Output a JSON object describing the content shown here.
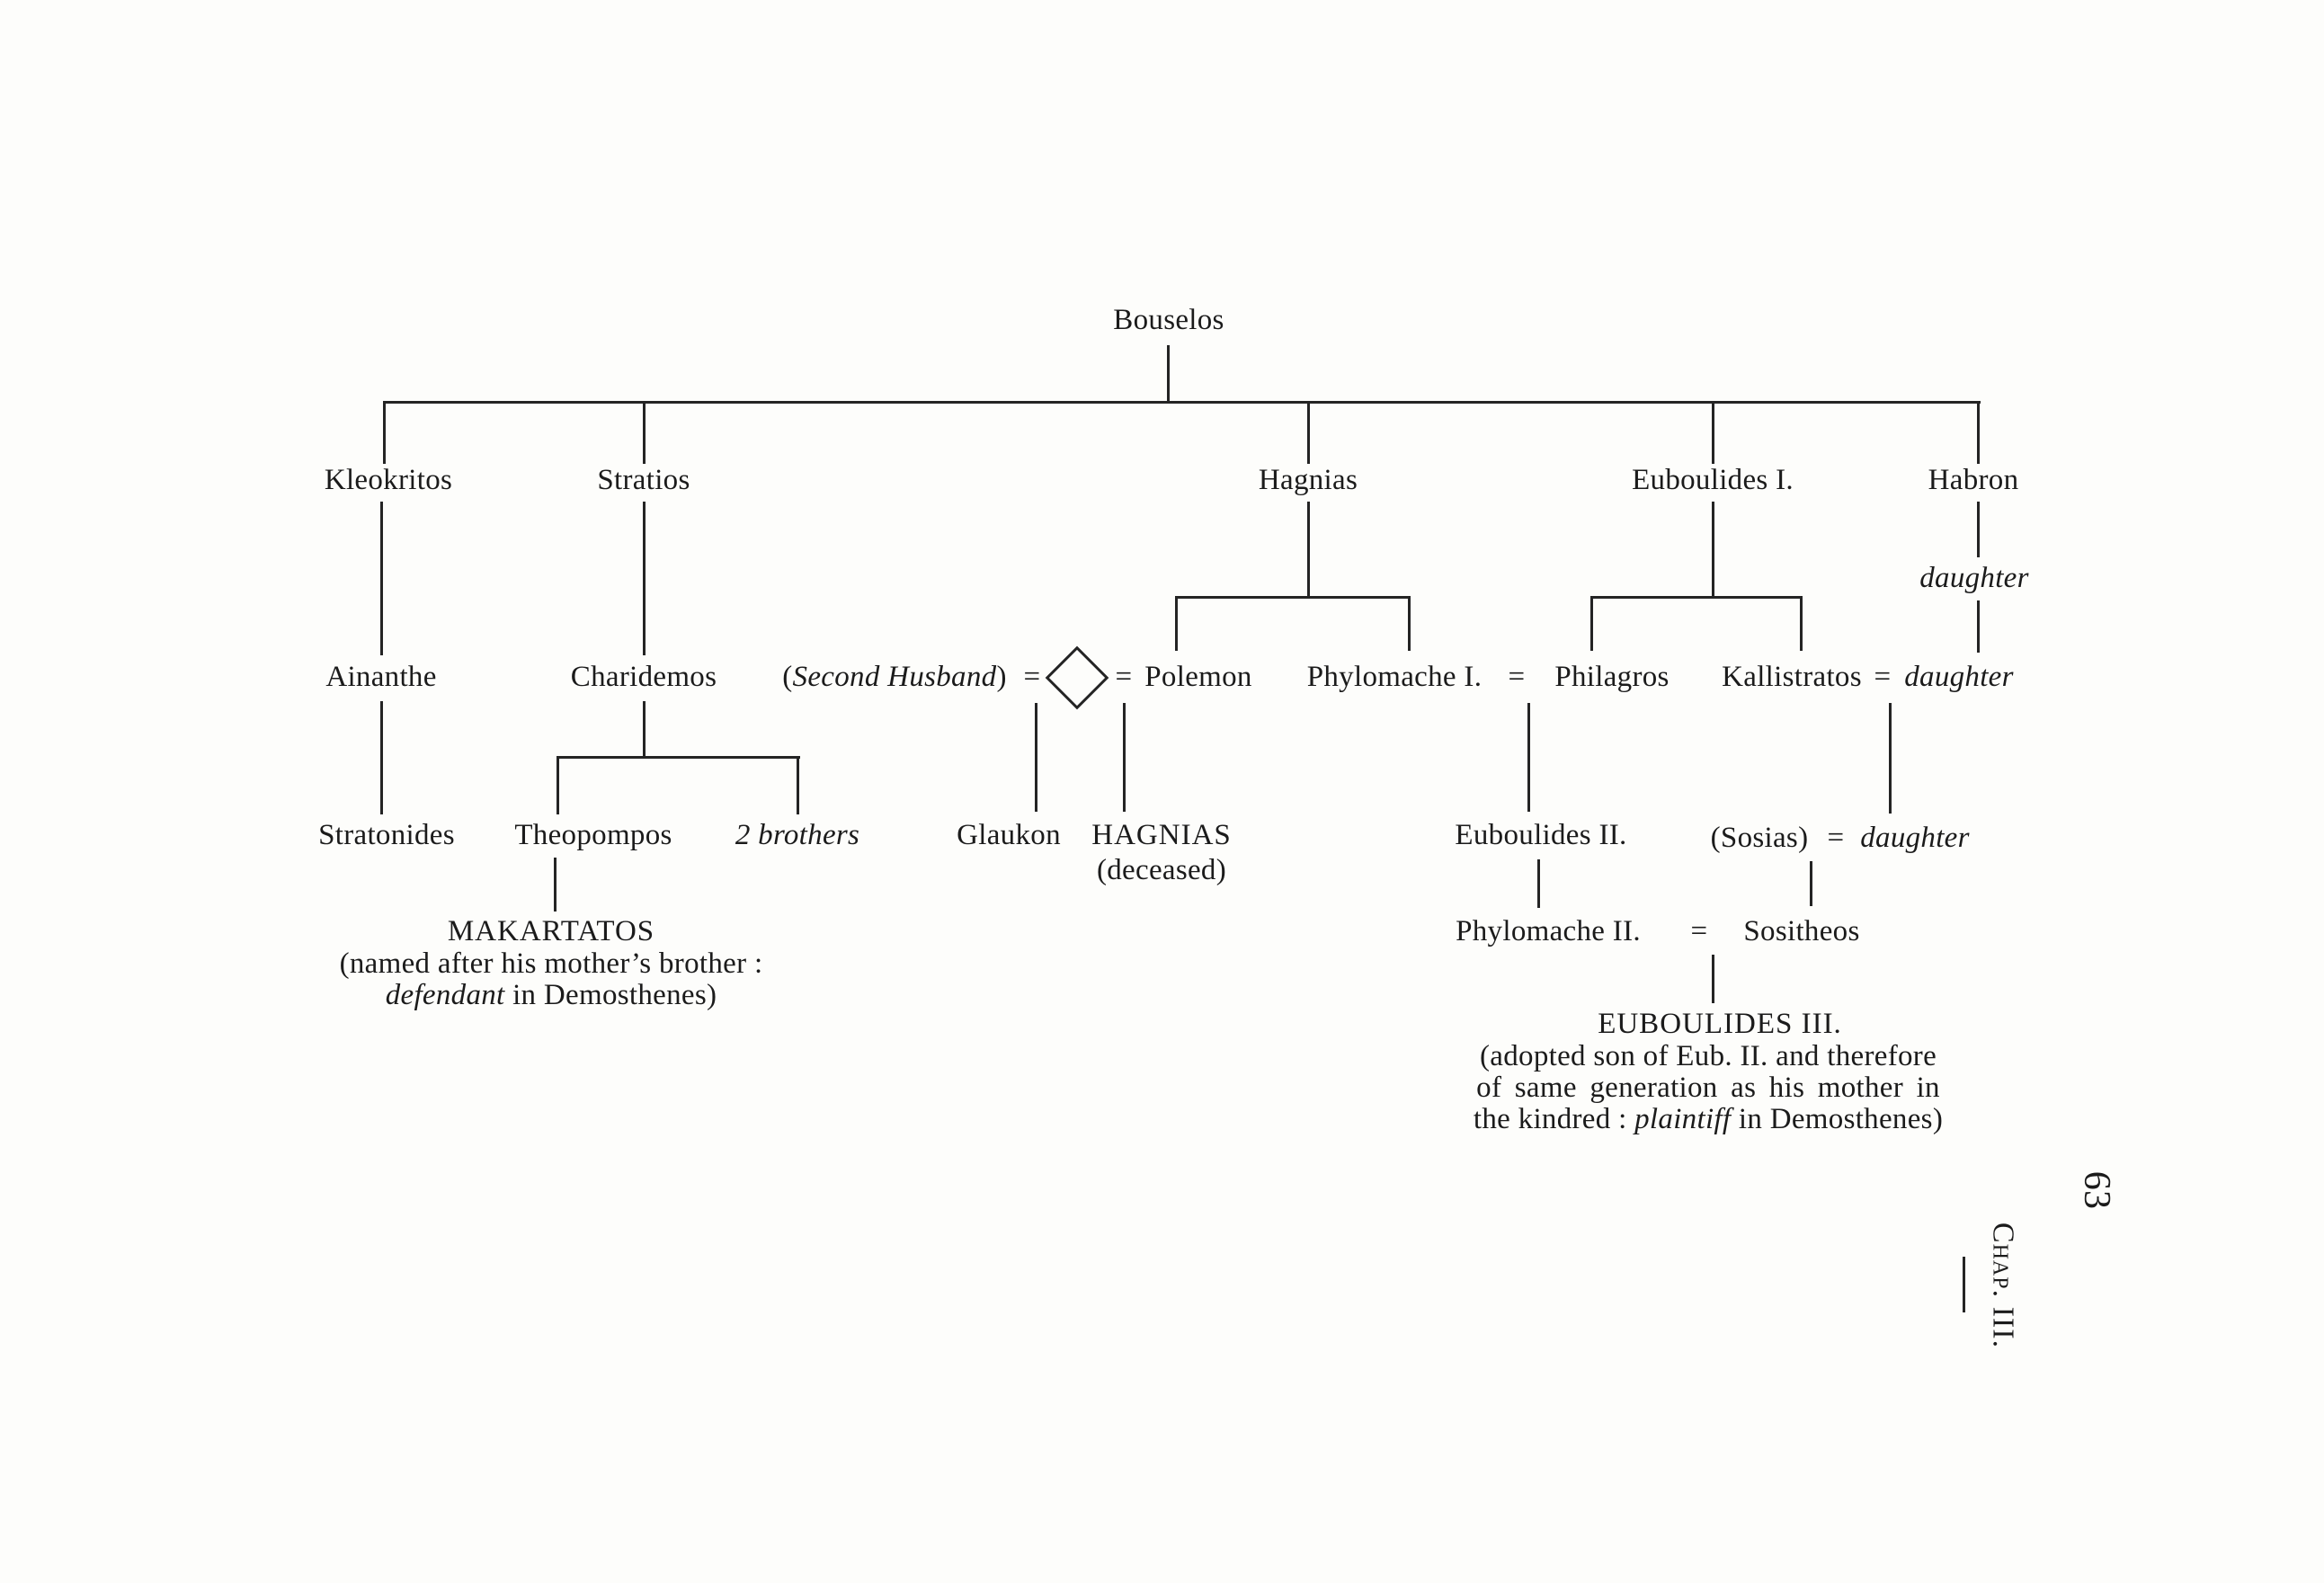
{
  "page": {
    "number": "63",
    "chapter": "Chap. III."
  },
  "symbols": {
    "eq": "="
  },
  "people": {
    "bouselos": "Bouselos",
    "kleokritos": "Kleokritos",
    "stratios": "Stratios",
    "hagnias_i": "Hagnias",
    "euboulides_i": "Euboulides I.",
    "habron": "Habron",
    "ainanthe": "Ainanthe",
    "charidemos": "Charidemos",
    "habron_daughter": "daughter",
    "stratonides": "Stratonides",
    "theopompos": "Theopompos",
    "two_brothers": "2 brothers",
    "second_husband_paren_open": "(",
    "second_husband": "Second Husband",
    "second_husband_paren_close": ")",
    "polemon": "Polemon",
    "phylomache_i": "Phylomache I.",
    "philagros": "Philagros",
    "kallistratos": "Kallistratos",
    "kallistratos_wife": "daughter",
    "glaukon": "Glaukon",
    "hagnias_ii": "HAGNIAS",
    "hagnias_ii_note": "(deceased)",
    "euboulides_ii": "Euboulides II.",
    "sosias": "(Sosias)",
    "sosias_wife": "daughter",
    "makartatos": "MAKARTATOS",
    "makartatos_note_line1": "(named after his mother’s brother :",
    "makartatos_note_defendant": "defendant",
    "makartatos_note_line2_rest": " in Demosthenes)",
    "phylomache_ii": "Phylomache II.",
    "sositheos": "Sositheos",
    "euboulides_iii": "EUBOULIDES III.",
    "euboulides_iii_note_line1": "(adopted son of Eub. II. and therefore",
    "euboulides_iii_note_line2": "of same generation as his mother in",
    "euboulides_iii_note_line3_pre": "the kindred : ",
    "euboulides_iii_note_plaintiff": "plaintiff",
    "euboulides_iii_note_line3_post": " in Demosthenes)"
  }
}
